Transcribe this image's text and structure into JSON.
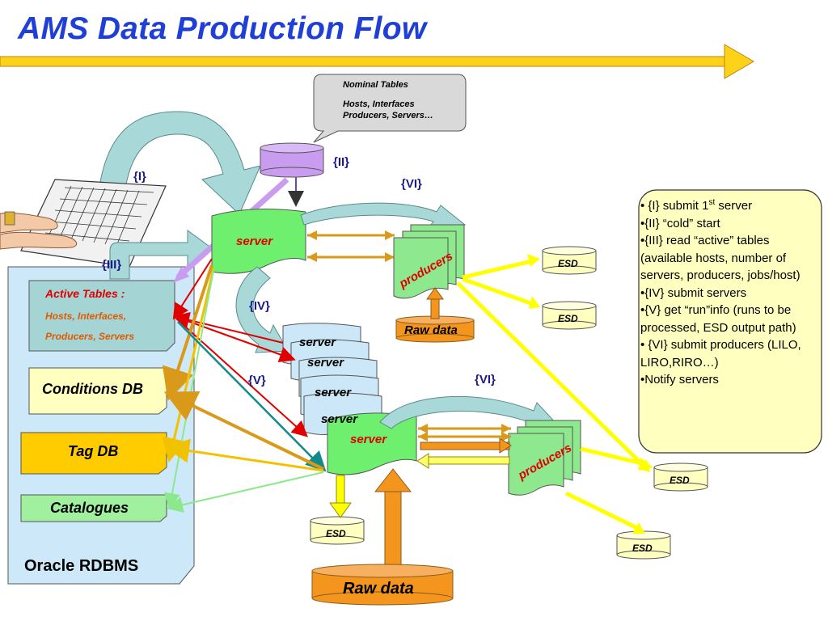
{
  "title": "AMS Data Production Flow",
  "callout": {
    "heading": "Nominal Tables",
    "line1": "Hosts, Interfaces",
    "line2": "Producers, Servers…"
  },
  "roman": {
    "i": "{I}",
    "ii": "{II}",
    "iii": "{III}",
    "iv": "{IV}",
    "v": "{V}",
    "vi_top": "{VI}",
    "vi_bottom": "{VI}"
  },
  "server_label": "server",
  "producers_label": "producers",
  "raw_data_small": "Raw data",
  "raw_data_large": "Raw data",
  "esd_label": "ESD",
  "oracle": {
    "title": "Oracle RDBMS",
    "active_title": "Active Tables :",
    "active_line1": "Hosts, Interfaces,",
    "active_line2": "Producers, Servers",
    "conditions": "Conditions DB",
    "tag": "Tag DB",
    "catalogues": "Catalogues"
  },
  "legend": {
    "l1_pre": "• {I} submit 1",
    "l1_sup": "st",
    "l1_post": " server",
    "l2": "•{II} “cold” start",
    "l3": "•{III} read “active” tables (available hosts, number of servers, producers, jobs/host)",
    "l4": "•{IV} submit servers",
    "l5": "•{V} get “run”info (runs to be processed, ESD output path)",
    "l6": "• {VI} submit producers (LILO, LIRO,RIRO…)",
    "l7": "•Notify servers"
  }
}
